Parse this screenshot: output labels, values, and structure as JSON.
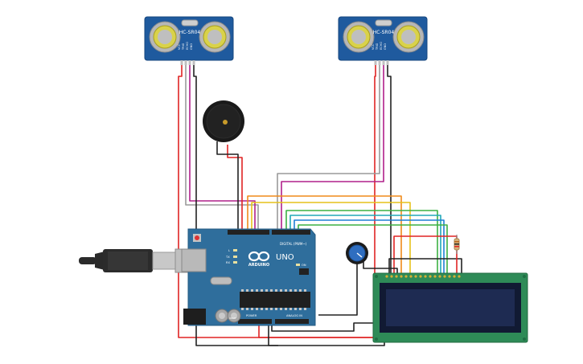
{
  "sensors": {
    "left": {
      "label": "HC-SR04",
      "pins": [
        "VCC",
        "TRIG",
        "ECHO",
        "GND"
      ]
    },
    "right": {
      "label": "HC-SR04",
      "pins": [
        "VCC",
        "TRIG",
        "ECHO",
        "GND"
      ]
    }
  },
  "arduino": {
    "logo_text": "ARDUINO",
    "model": "UNO",
    "digital_label": "DIGITAL (PWM~)",
    "power_label": "POWER",
    "analog_label": "ANALOG IN",
    "on_label": "ON",
    "tx_label": "TX",
    "rx_label": "RX",
    "l_label": "L",
    "ioref_label": "IOREF"
  },
  "colors": {
    "board": "#2f6e9c",
    "sensor": "#1f5a9e",
    "lcd_pcb": "#2e8b57",
    "lcd_screen": "#1e2b52",
    "wire_red": "#e02424",
    "wire_black": "#222222",
    "wire_gray": "#9a9a9a",
    "wire_purple": "#b0208a",
    "wire_orange": "#f08a1a",
    "wire_yellow": "#e6c21a",
    "wire_green": "#3cb043",
    "wire_blue": "#1f7fd6",
    "wire_cyan": "#20a8b8"
  }
}
